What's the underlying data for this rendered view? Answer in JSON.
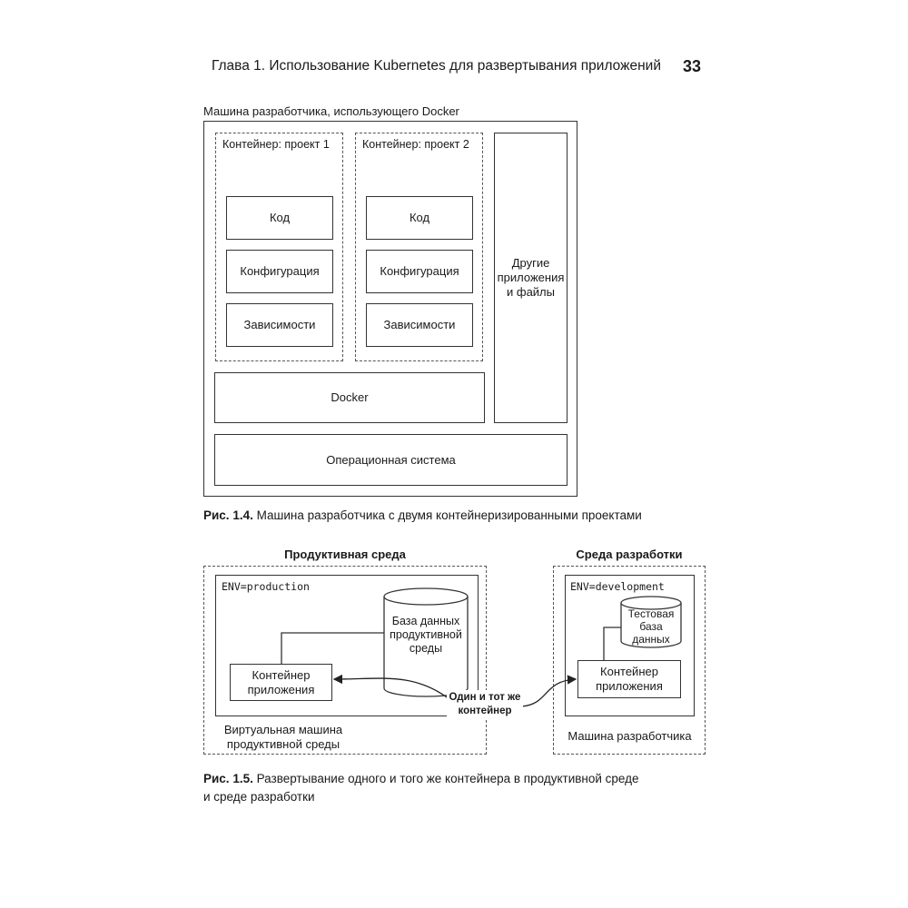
{
  "header": {
    "chapter_title": "Глава 1. Использование Kubernetes для развертывания приложений",
    "page_number": "33"
  },
  "figure_1_4": {
    "title": "Машина разработчика, использующего Docker",
    "container_1": {
      "label": "Контейнер: проект 1",
      "code": "Код",
      "config": "Конфигурация",
      "deps": "Зависимости"
    },
    "container_2": {
      "label": "Контейнер: проект 2",
      "code": "Код",
      "config": "Конфигурация",
      "deps": "Зависимости"
    },
    "other_apps": "Другие приложения и файлы",
    "docker": "Docker",
    "os": "Операционная система",
    "caption_label": "Рис. 1.4.",
    "caption_text": " Машина разработчика с двумя контейнеризированными проектами"
  },
  "figure_1_5": {
    "prod_title": "Продуктивная среда",
    "dev_title": "Среда разработки",
    "prod_env": "ENV=production",
    "dev_env": "ENV=development",
    "prod_db": "База данных продуктивной среды",
    "dev_db": "Тестовая база данных",
    "prod_container": "Контейнер приложения",
    "dev_container": "Контейнер приложения",
    "prod_vm": "Виртуальная машина продуктивной среды",
    "dev_machine": "Машина разработчика",
    "same_container": "Один и тот же контейнер",
    "caption_label": "Рис. 1.5.",
    "caption_line1": " Развертывание одного и того же контейнера в продуктивной среде",
    "caption_line2": "и среде разработки"
  }
}
